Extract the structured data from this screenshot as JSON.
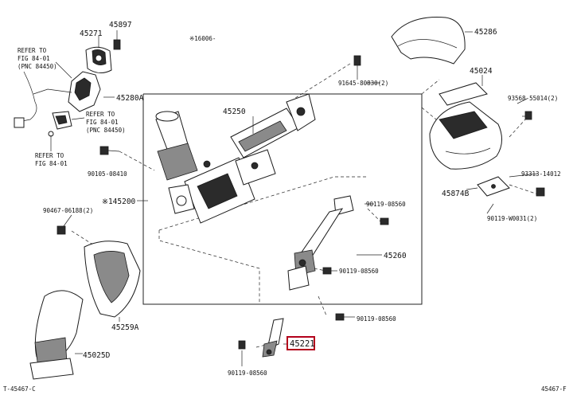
{
  "header": {
    "ref_note": "※16006-"
  },
  "parts": {
    "p45271": "45271",
    "p45897": "45897",
    "p45280a": "45280A",
    "p45286": "45286",
    "p45024": "45024",
    "p45250": "45250",
    "p91645": "91645-80830(2)",
    "p93568": "93568-55014(2)",
    "p90105": "90105-08410",
    "p145200": "※145200",
    "p93313": "93313-14012",
    "p45874b": "45874B",
    "p90119_w0031": "90119-W0031(2)",
    "p90119_08560_a": "90119-08560",
    "p90467": "90467-06188(2)",
    "p45260": "45260",
    "p90119_08560_b": "90119-08560",
    "p90119_08560_c": "90119-08560",
    "p45259a": "45259A",
    "p45221": "45221",
    "p45025d": "45025D",
    "p90119_08560_d": "90119-08560"
  },
  "refs": {
    "ref1_l1": "REFER TO",
    "ref1_l2": "FIG 84-01",
    "ref1_l3": "(PNC 84450)",
    "ref2_l1": "REFER TO",
    "ref2_l2": "FIG 84-01",
    "ref2_l3": "(PNC 84450)",
    "ref3_l1": "REFER TO",
    "ref3_l2": "FIG 84-01"
  },
  "footer": {
    "left_code": "T-45467-C",
    "right_code": "45467-F"
  },
  "highlight": {
    "part": "45221",
    "color": "#b3001b"
  }
}
